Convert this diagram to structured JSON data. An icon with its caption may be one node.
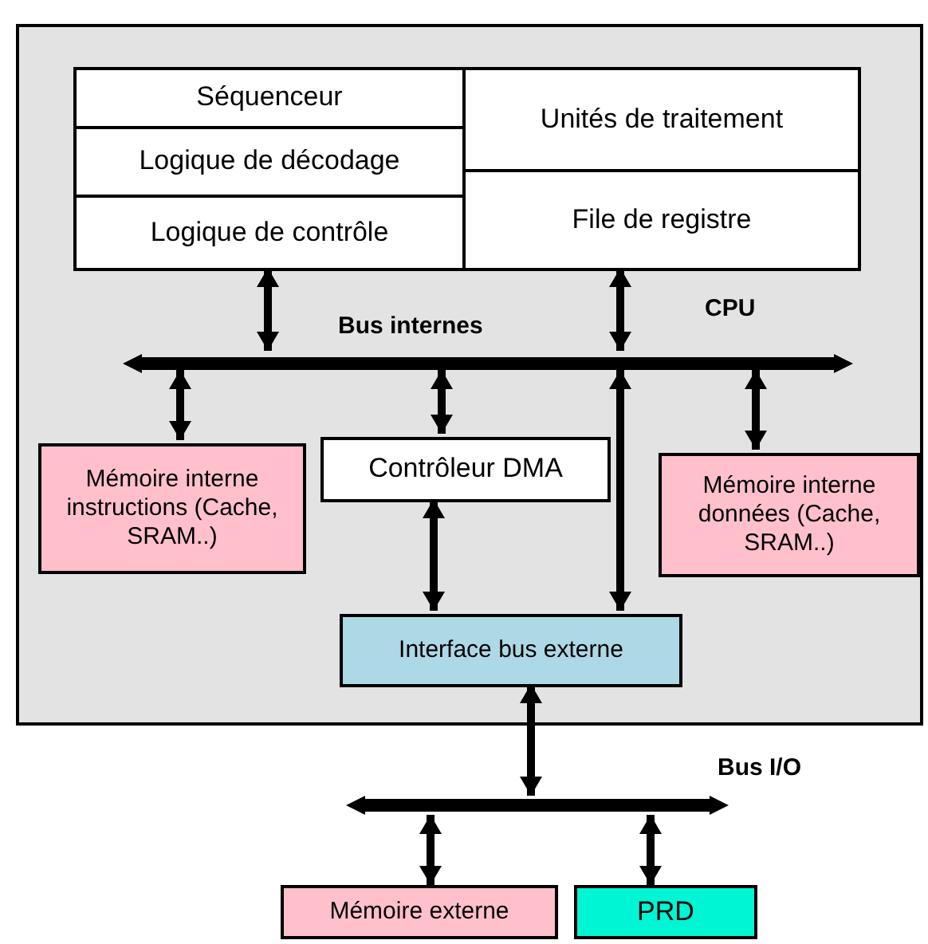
{
  "diagram": {
    "nodes": [
      {
        "text": [
          "CPU"
        ]
      },
      {
        "text": [
          "Séquenceur"
        ],
        "in": 0
      },
      {
        "text": [
          "Logique de décodage"
        ],
        "in": 0
      },
      {
        "text": [
          "Logique de contrôle"
        ],
        "in": 0
      },
      {
        "text": [
          "Unités de traitement"
        ],
        "in": 0
      },
      {
        "text": [
          "File de registre"
        ],
        "in": 0
      },
      {
        "text": [
          "Bus internes"
        ],
        "in": 0
      },
      {
        "text": [
          "Mémoire interne instructions (Cache, SRAM..)"
        ],
        "in": 0
      },
      {
        "text": [
          "Contrôleur DMA"
        ],
        "in": 0
      },
      {
        "text": [
          "Mémoire interne données (Cache, SRAM..)"
        ],
        "in": 0
      },
      {
        "text": [
          "Interface bus externe"
        ],
        "in": 0
      },
      {
        "text": [
          "Bus I/O"
        ]
      },
      {
        "text": [
          "Mémoire externe"
        ]
      },
      {
        "text": [
          "PRD"
        ]
      }
    ],
    "edges": [
      {
        "from": 3,
        "to": 6,
        "arrow": "both"
      },
      {
        "from": 5,
        "to": 6,
        "arrow": "both"
      },
      {
        "from": 6,
        "to": 7,
        "arrow": "both"
      },
      {
        "from": 6,
        "to": 8,
        "arrow": "both"
      },
      {
        "from": 6,
        "to": 10,
        "arrow": "both"
      },
      {
        "from": 6,
        "to": 9,
        "arrow": "both"
      },
      {
        "from": 8,
        "to": 10,
        "arrow": "both"
      },
      {
        "from": 10,
        "to": 11,
        "arrow": "both"
      },
      {
        "from": 11,
        "to": 12,
        "arrow": "both"
      },
      {
        "from": 11,
        "to": 13,
        "arrow": "both"
      }
    ]
  }
}
